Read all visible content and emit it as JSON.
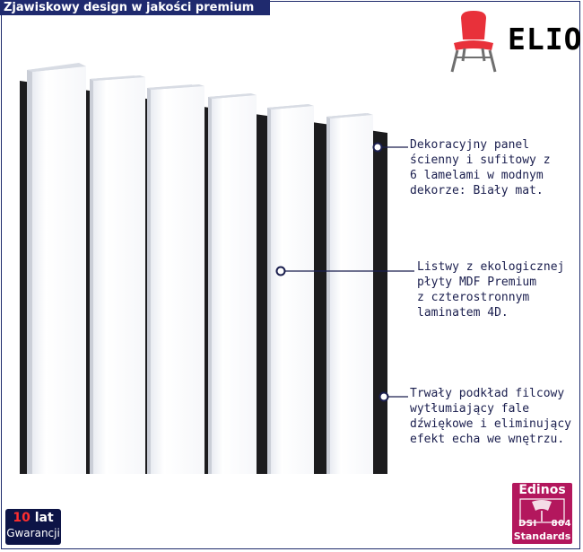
{
  "header": {
    "title": "Zjawiskowy design w jakości premium"
  },
  "brand": {
    "name": "ELIOR",
    "icon": "chair-icon",
    "color": "#e8313a"
  },
  "callouts": [
    {
      "text": "Dekoracyjny panel\nścienny i sufitowy z\n6 lamelami w modnym\ndekorze: Biały mat."
    },
    {
      "text": "Listwy z ekologicznej\npłyty MDF Premium\nz czterostronnym\nlaminatem 4D."
    },
    {
      "text": "Trwały podkład filcowy\nwytłumiający fale\ndźwiękowe i eliminujący\nefekt echa we wnętrzu."
    }
  ],
  "warranty": {
    "years": "10",
    "unit": "lat",
    "label": "Gwarancji"
  },
  "certificate": {
    "name": "Edinos",
    "code_left": "DSI",
    "code_right": "804",
    "label": "Standards",
    "color": "#b3175d"
  },
  "colors": {
    "slat": "#ffffff",
    "felt": "#1c1c1e",
    "accent": "#1f2a6e"
  }
}
